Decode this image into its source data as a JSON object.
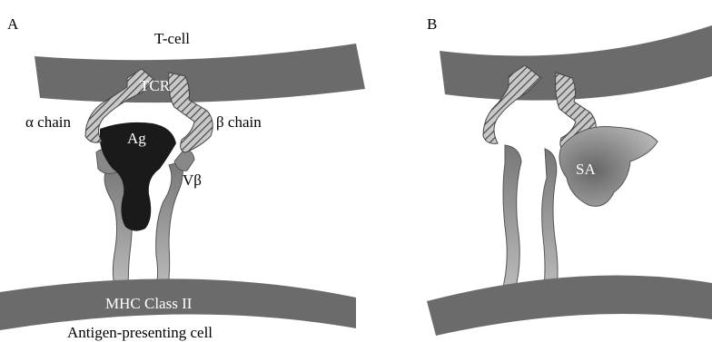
{
  "panel_a": {
    "panel_label": "A",
    "t_cell_label": "T-cell",
    "tcr_label": "TCR",
    "alpha_chain_label": "α chain",
    "beta_chain_label": "β chain",
    "antigen_label": "Ag",
    "vbeta_label": "Vβ",
    "mhc_label": "MHC Class II",
    "apc_label": "Antigen-presenting cell"
  },
  "panel_b": {
    "panel_label": "B",
    "superantigen_label": "SA"
  },
  "colors": {
    "membrane": "#6b6b6b",
    "antigen": "#1a1a1a",
    "hatch_fill": "#9a9a9a",
    "superantigen": "#808080"
  }
}
